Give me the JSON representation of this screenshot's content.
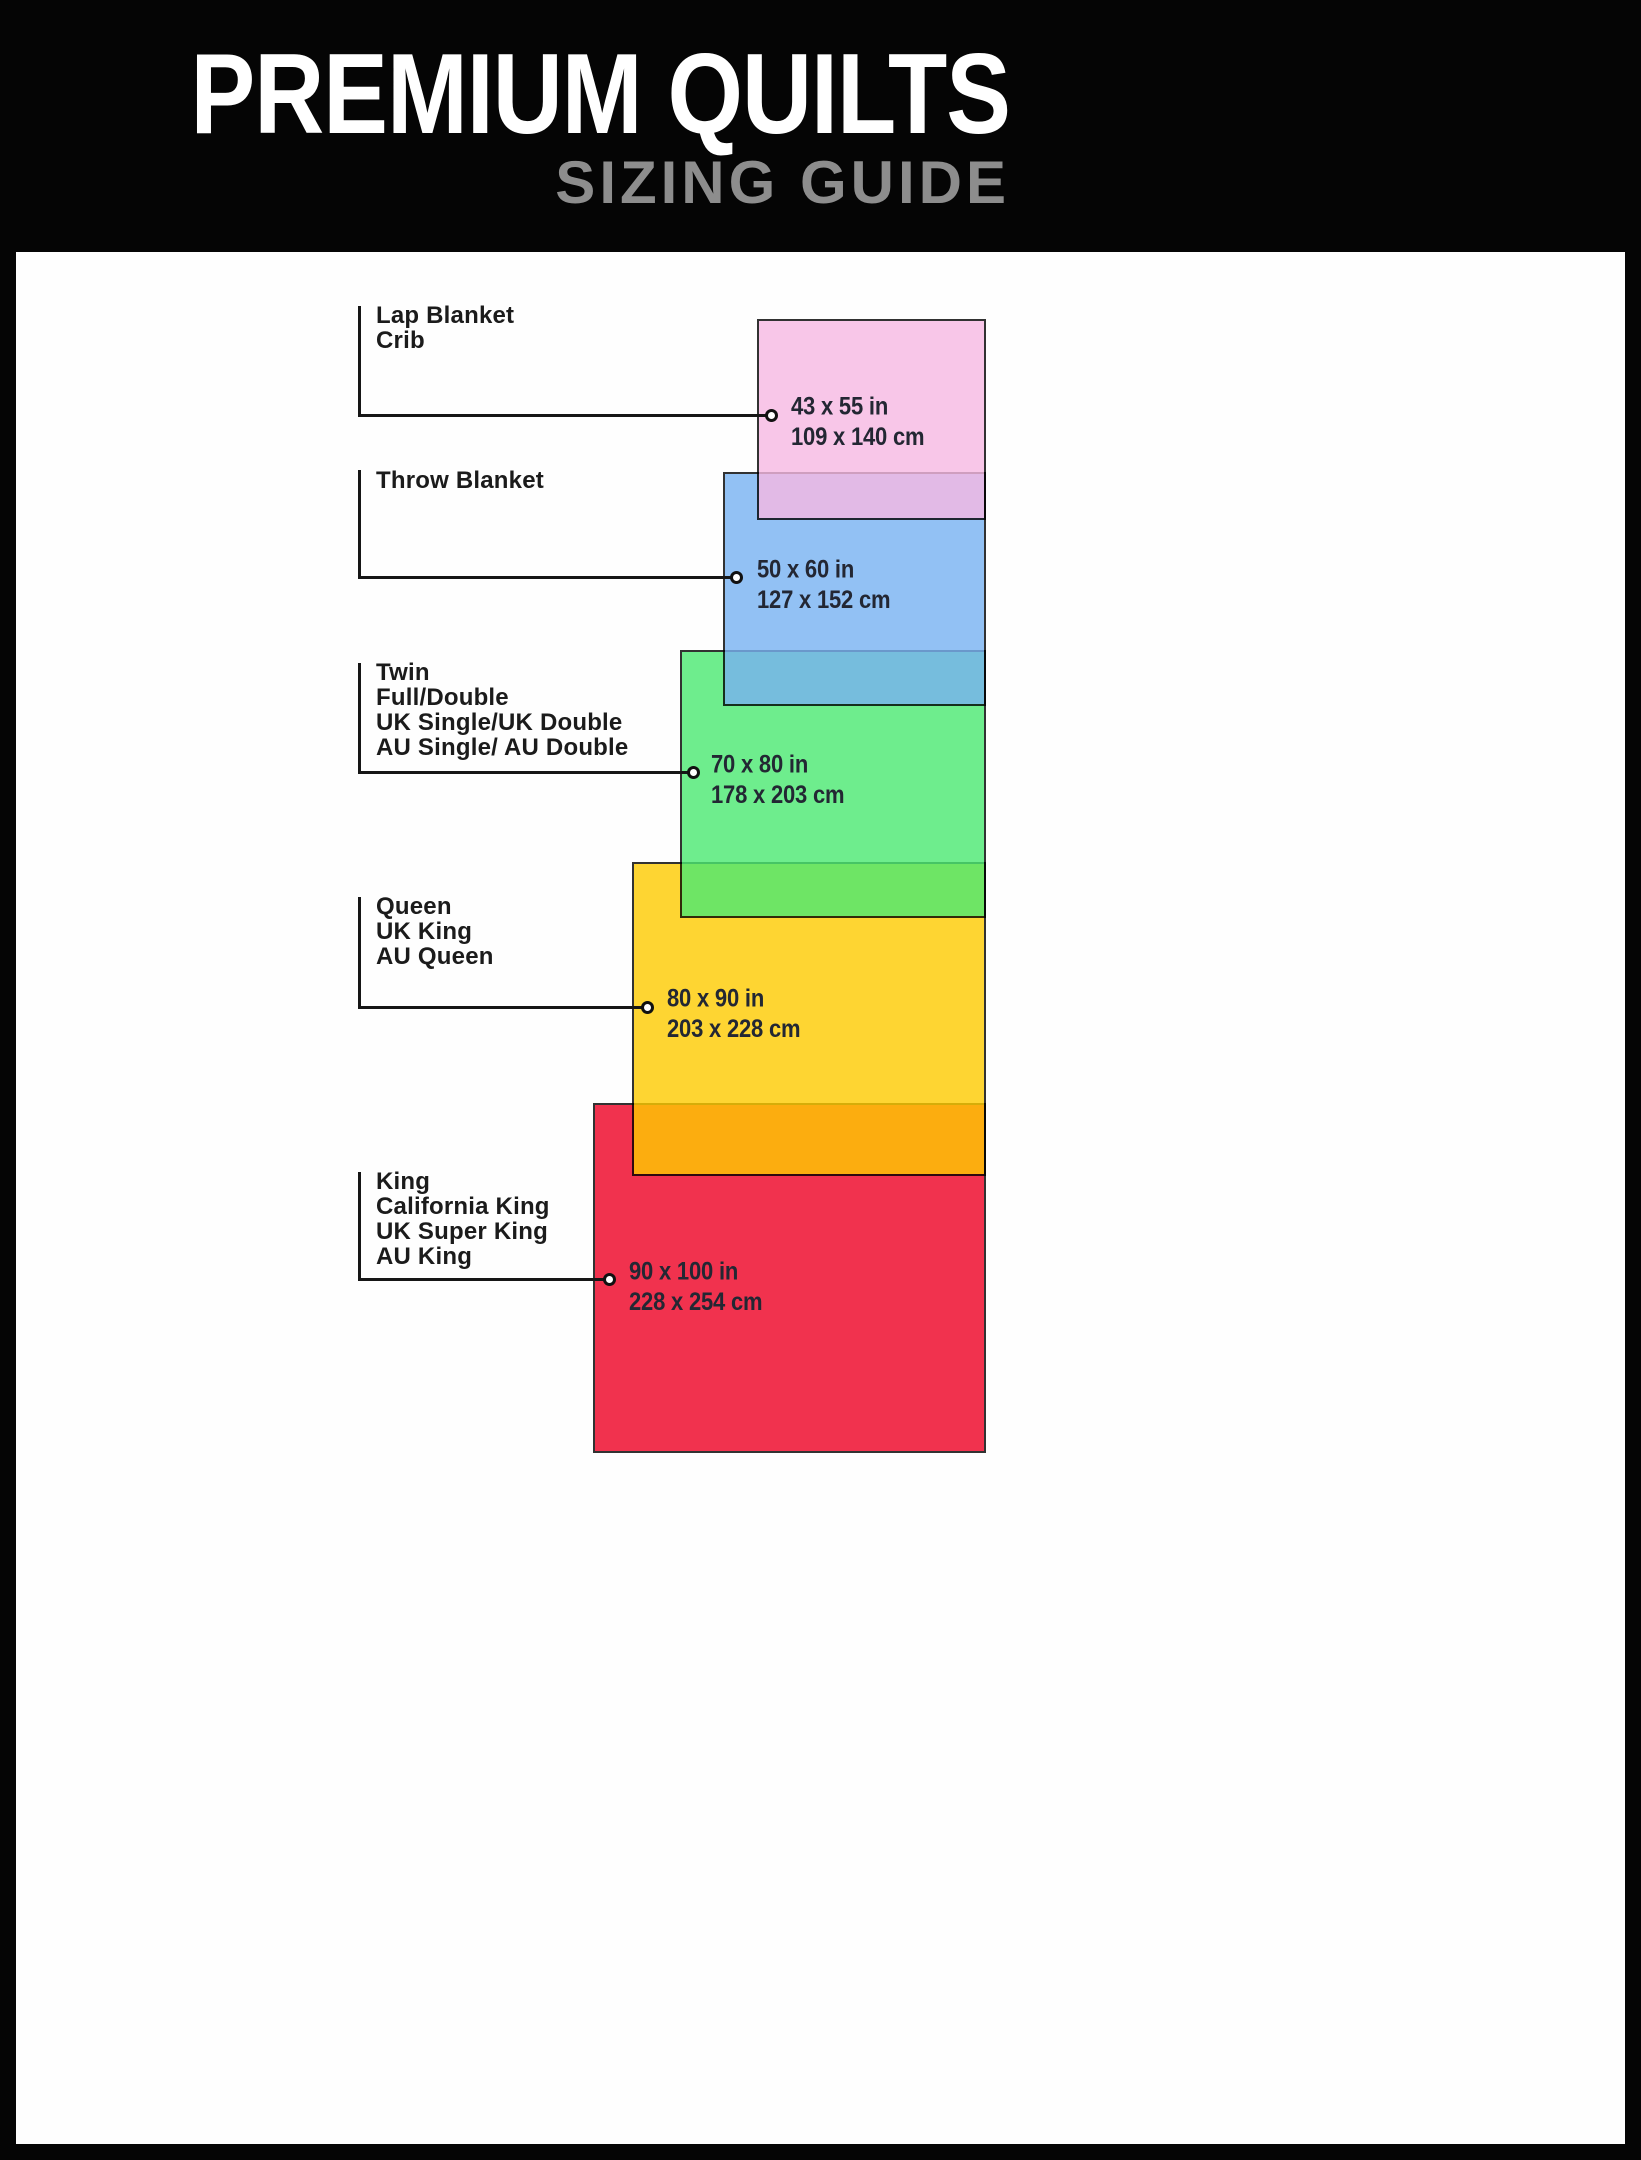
{
  "header": {
    "title": "PREMIUM QUILTS",
    "subtitle": "SIZING GUIDE"
  },
  "colors": {
    "background": "#050505",
    "panel": "#fefefe",
    "title_text": "#ffffff",
    "subtitle_text": "#8d8d8d",
    "label_text": "#1b1b1b",
    "dimension_text": "#232733",
    "connector_line": "#161616"
  },
  "sizes": [
    {
      "id": "lap-blanket-crib",
      "labels": [
        "Lap Blanket",
        "Crib"
      ],
      "size_in": "43 x 55 in",
      "size_cm": "109 x 140 cm",
      "fill": "#f7b9e3"
    },
    {
      "id": "throw-blanket",
      "labels": [
        "Throw Blanket"
      ],
      "size_in": "50 x 60 in",
      "size_cm": "127 x 152 cm",
      "fill": "#78b2f2"
    },
    {
      "id": "twin-full-double",
      "labels": [
        "Twin",
        "Full/Double",
        "UK Single/UK Double",
        "AU Single/ AU Double"
      ],
      "size_in": "70 x 80 in",
      "size_cm": "178 x 203 cm",
      "fill": "#4bea72"
    },
    {
      "id": "queen-uk-king-au-queen",
      "labels": [
        "Queen",
        "UK King",
        "AU Queen"
      ],
      "size_in": "80 x 90 in",
      "size_cm": "203 x 228 cm",
      "fill": "#ffcc00"
    },
    {
      "id": "king-california-king",
      "labels": [
        "King",
        "California King",
        "UK Super King",
        "AU King"
      ],
      "size_in": "90 x 100 in",
      "size_cm": "228 x 254 cm",
      "fill": "#ef0023"
    }
  ]
}
